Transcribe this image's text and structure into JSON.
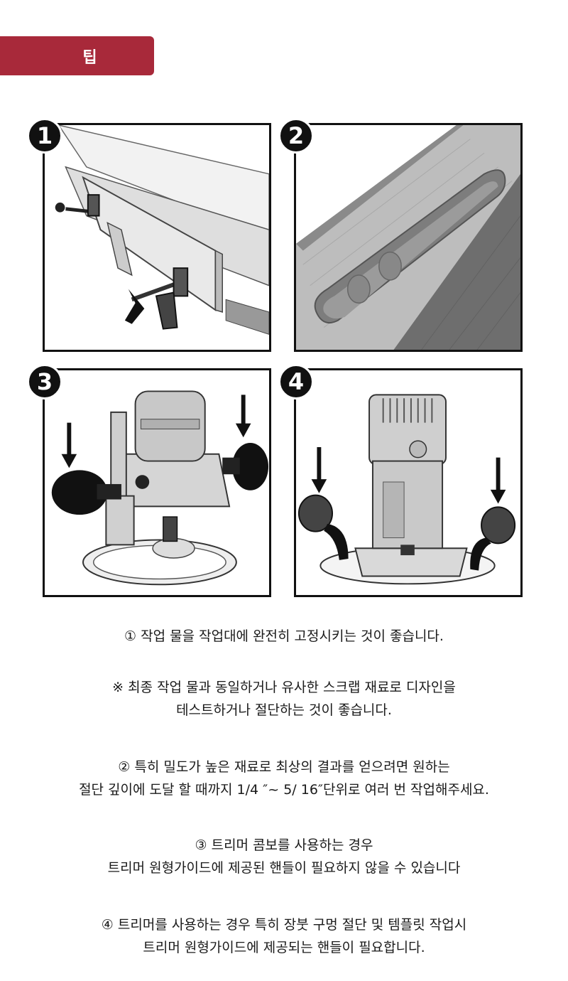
{
  "header": {
    "tag_label": "팁"
  },
  "steps": [
    {
      "number": "1"
    },
    {
      "number": "2"
    },
    {
      "number": "3"
    },
    {
      "number": "4"
    }
  ],
  "instructions": {
    "step1": "① 작업 물을 작업대에 완전히 고정시키는 것이 좋습니다.",
    "note_line1": "※ 최종 작업 물과 동일하거나 유사한 스크랩 재료로 디자인을",
    "note_line2": "테스트하거나 절단하는 것이 좋습니다.",
    "step2_line1": "② 특히 밀도가 높은 재료로 최상의 결과를 얻으려면 원하는",
    "step2_line2": "절단 깊이에 도달 할 때까지 1/4 ″~ 5/ 16″단위로 여러 번 작업해주세요.",
    "step3_line1": "③ 트리머 콤보를 사용하는 경우",
    "step3_line2": "트리머 원형가이드에 제공된 핸들이 필요하지 않을 수 있습니다",
    "step4_line1": "④ 트리머를 사용하는 경우 특히 장붓 구멍 절단 및 템플릿 작업시",
    "step4_line2": "트리머 원형가이드에 제공되는 핸들이 필요합니다."
  },
  "colors": {
    "tag_bg": "#a8293a",
    "panel_border": "#111111"
  }
}
